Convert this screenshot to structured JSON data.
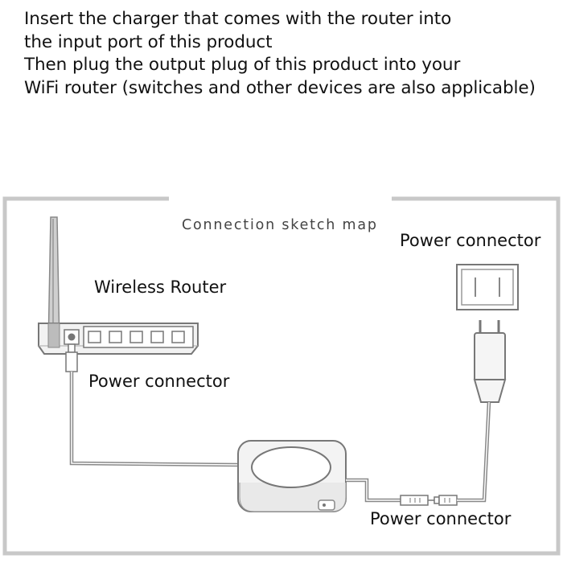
{
  "instructions": {
    "line1": "Insert the charger that comes with the router into",
    "line2": "the input port of this product",
    "line3": "Then plug the output plug of this product into your",
    "line4": "WiFi router (switches and other devices are also applicable)"
  },
  "diagram": {
    "title": "Connection sketch map",
    "router_label": "Wireless Router",
    "router_power_label": "Power connector",
    "wall_power_label": "Power connector",
    "bottom_power_label": "Power connector"
  }
}
